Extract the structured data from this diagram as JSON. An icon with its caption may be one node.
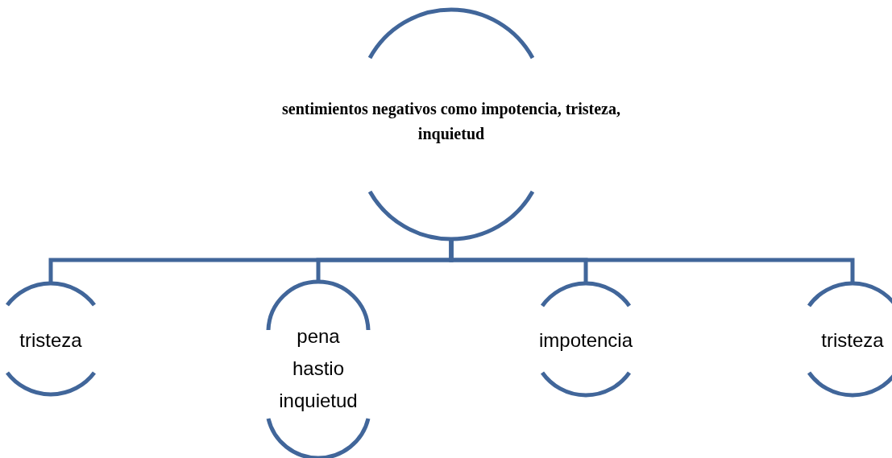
{
  "diagram": {
    "nodes": [
      {
        "text": [
          "sentimientos negativos como impotencia, tristeza,  inquietud"
        ]
      },
      {
        "text": [
          "tristeza"
        ]
      },
      {
        "text": [
          "pena hastio inquietud"
        ]
      },
      {
        "text": [
          "impotencia"
        ]
      },
      {
        "text": [
          "tristeza"
        ]
      }
    ],
    "edges": [
      {
        "from": 0,
        "to": 1,
        "arrow": "none"
      },
      {
        "from": 0,
        "to": 2,
        "arrow": "none"
      },
      {
        "from": 0,
        "to": 3,
        "arrow": "none"
      },
      {
        "from": 0,
        "to": 4,
        "arrow": "none"
      }
    ]
  }
}
